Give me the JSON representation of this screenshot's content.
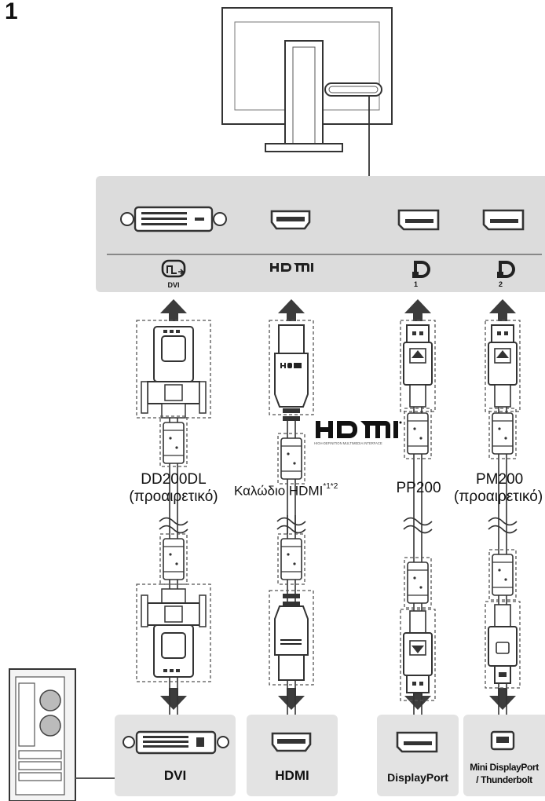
{
  "step_number": "1",
  "monitor_ports": {
    "dvi_label": "DVI",
    "hdmi_logo": "HDMI",
    "dp1_label": "1",
    "dp2_label": "2"
  },
  "cables": {
    "dvi": {
      "model": "DD200DL",
      "note": "(προαιρετικό)"
    },
    "hdmi": {
      "name": "Καλώδιο HDMI",
      "footnote": "*1*2",
      "logo_tagline": "HIGH-DEFINITION MULTIMEDIA INTERFACE"
    },
    "dp": {
      "model": "PP200"
    },
    "mdp": {
      "model": "PM200",
      "note": "(προαιρετικό)"
    }
  },
  "pc_ports": {
    "dvi": "DVI",
    "hdmi": "HDMI",
    "displayport": "DisplayPort",
    "mini_dp_line1": "Mini DisplayPort",
    "mini_dp_line2": "/ Thunderbolt"
  },
  "icons": [
    "monitor-rear-illustration",
    "dvi-port-icon",
    "hdmi-port-icon",
    "displayport-icon",
    "mini-displayport-icon",
    "arrow-up-icon",
    "arrow-down-icon",
    "pc-tower-illustration",
    "hdmi-logo-icon",
    "displayport-logo-icon"
  ],
  "colors": {
    "panel_gray": "#dcdcdc",
    "pc_box_gray": "#e3e3e3",
    "arrow": "#3c3c3c",
    "line": "#333333"
  }
}
